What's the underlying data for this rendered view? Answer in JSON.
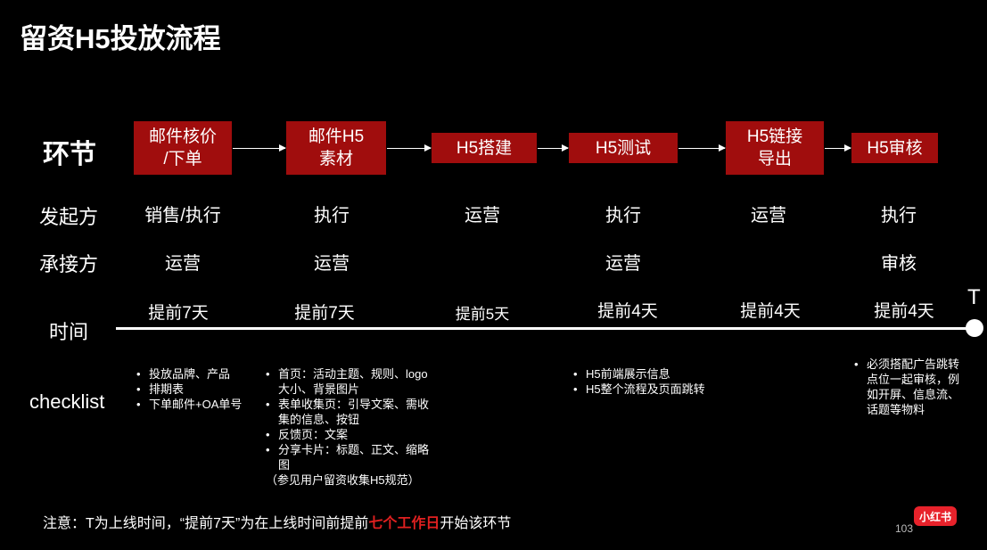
{
  "title": "留资H5投放流程",
  "row_labels": {
    "stage": "环节",
    "initiator": "发起方",
    "receiver": "承接方",
    "time": "时间",
    "checklist": "checklist"
  },
  "steps": [
    {
      "label": "邮件核价\n/下单",
      "initiator": "销售/执行",
      "receiver": "运营",
      "time": "提前7天"
    },
    {
      "label": "邮件H5\n素材",
      "initiator": "执行",
      "receiver": "运营",
      "time": "提前7天"
    },
    {
      "label": "H5搭建",
      "initiator": "运营",
      "receiver": "",
      "time": "提前5天"
    },
    {
      "label": "H5测试",
      "initiator": "执行",
      "receiver": "运营",
      "time": "提前4天"
    },
    {
      "label": "H5链接\n导出",
      "initiator": "运营",
      "receiver": "",
      "time": "提前4天"
    },
    {
      "label": "H5审核",
      "initiator": "执行",
      "receiver": "审核",
      "time": "提前4天"
    }
  ],
  "timeline_end_label": "T",
  "checklist": {
    "col1": [
      "投放品牌、产品",
      "排期表",
      "下单邮件+OA单号"
    ],
    "col2": [
      "首页：活动主题、规则、logo大小、背景图片",
      "表单收集页：引导文案、需收集的信息、按钮",
      "反馈页：文案",
      "分享卡片：标题、正文、缩略图"
    ],
    "col2_note": "（参见用户留资收集H5规范）",
    "col4": [
      "H5前端展示信息",
      "H5整个流程及页面跳转"
    ],
    "col6": [
      "必须搭配广告跳转点位一起审核，例如开屏、信息流、话题等物料"
    ]
  },
  "note": {
    "prefix": "注意：T为上线时间，“提前7天”为在上线时间前提前",
    "highlight": "七个工作日",
    "suffix": "开始该环节",
    "highlight_color": "#e02020"
  },
  "brand_logo": "小红书",
  "page_number": "103",
  "colors": {
    "step_box": "#a00d0d",
    "background": "#000000",
    "logo": "#e8222b"
  }
}
